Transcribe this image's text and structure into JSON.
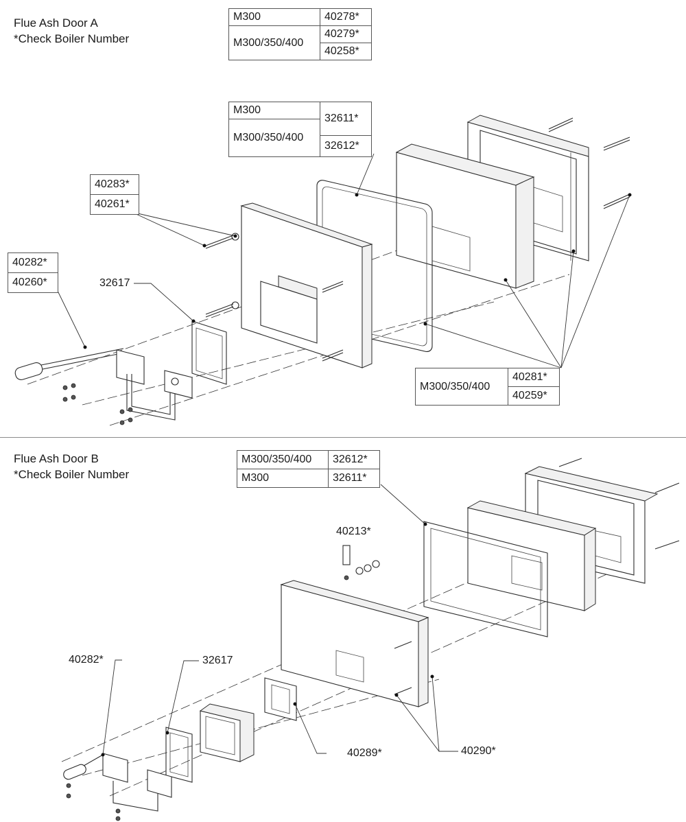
{
  "section_a": {
    "title_line1": "Flue Ash Door A",
    "title_line2": "*Check Boiler Number",
    "table_top": {
      "rows": [
        {
          "model": "M300",
          "part": "40278*"
        },
        {
          "model": "M300/350/400",
          "part": "40279*"
        },
        {
          "part": "40258*"
        }
      ]
    },
    "table_gasket": {
      "rows": [
        {
          "model": "M300",
          "part": "32611*"
        },
        {
          "model": "M300/350/400",
          "part": "32612*"
        }
      ]
    },
    "table_bolt": {
      "rows": [
        {
          "part": "40283*"
        },
        {
          "part": "40261*"
        }
      ]
    },
    "table_handle": {
      "rows": [
        {
          "part": "40282*"
        },
        {
          "part": "40260*"
        }
      ]
    },
    "label_frame": "32617",
    "table_box": {
      "rows": [
        {
          "model": "M300/350/400",
          "part": "40281*"
        },
        {
          "part": "40259*"
        }
      ]
    }
  },
  "section_b": {
    "title_line1": "Flue Ash Door B",
    "title_line2": "*Check Boiler Number",
    "table_gasket": {
      "rows": [
        {
          "model": "M300/350/400",
          "part": "32612*"
        },
        {
          "model": "M300",
          "part": "32611*"
        }
      ]
    },
    "label_screw": "40213*",
    "label_handle": "40282*",
    "label_frame": "32617",
    "label_plate": "40289*",
    "label_bolts": "40290*"
  }
}
